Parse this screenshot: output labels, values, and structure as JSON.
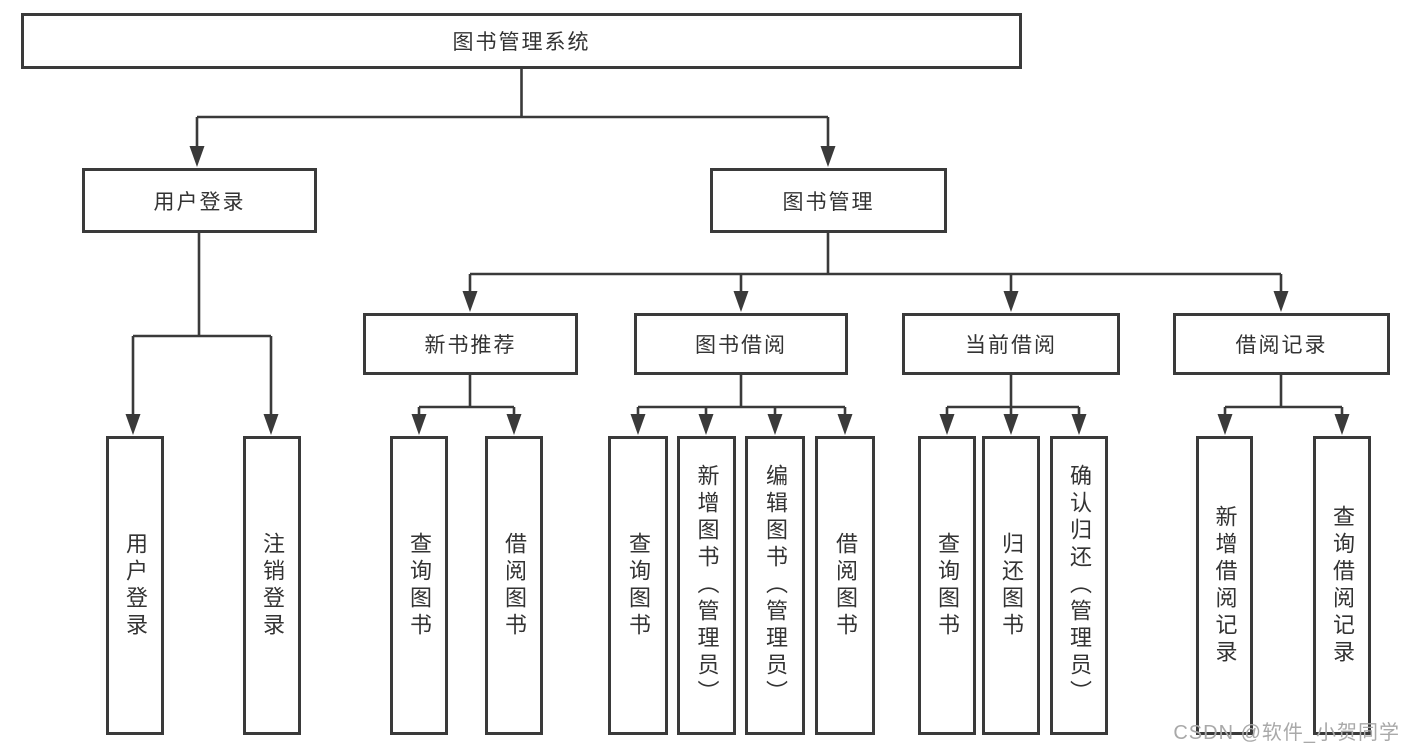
{
  "tree": {
    "label": "图书管理系统",
    "children": [
      {
        "label": "用户登录",
        "children": [
          {
            "label": "用户登录"
          },
          {
            "label": "注销登录"
          }
        ]
      },
      {
        "label": "图书管理",
        "children": [
          {
            "label": "新书推荐",
            "children": [
              {
                "label": "查询图书"
              },
              {
                "label": "借阅图书"
              }
            ]
          },
          {
            "label": "图书借阅",
            "children": [
              {
                "label": "查询图书"
              },
              {
                "label": "新增图书（管理员）"
              },
              {
                "label": "编辑图书（管理员）"
              },
              {
                "label": "借阅图书"
              }
            ]
          },
          {
            "label": "当前借阅",
            "children": [
              {
                "label": "查询图书"
              },
              {
                "label": "归还图书"
              },
              {
                "label": "确认归还（管理员）"
              }
            ]
          },
          {
            "label": "借阅记录",
            "children": [
              {
                "label": "新增借阅记录"
              },
              {
                "label": "查询借阅记录"
              }
            ]
          }
        ]
      }
    ]
  },
  "watermark": {
    "text": "CSDN @软件_小贺同学"
  },
  "colors": {
    "line": "#3a3a3a",
    "box_border": "#3a3a3a",
    "text": "#333333",
    "background": "#ffffff",
    "watermark": "#a9a9a9"
  }
}
